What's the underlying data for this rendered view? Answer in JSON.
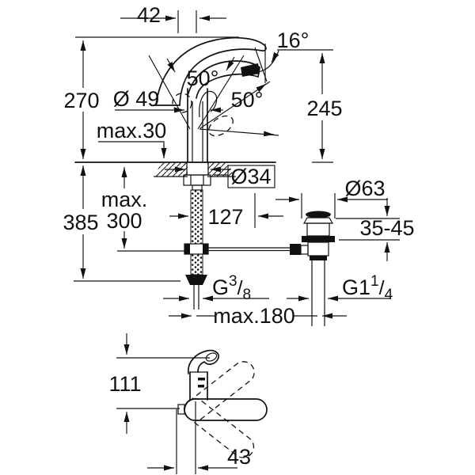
{
  "drawing": {
    "type": "faucet-installation-technical-drawing",
    "colors": {
      "line": "#111111",
      "background": "#ffffff"
    },
    "labels": {
      "d42": "42",
      "d16": "16°",
      "d50a": "50°",
      "d50b": "50°",
      "d49": "Ø 49",
      "d270": "270",
      "d245": "245",
      "dmax30": "max.30",
      "d34": "Ø34",
      "dmax300a": "max.",
      "dmax300b": "300",
      "d385": "385",
      "d127": "127",
      "d63": "Ø63",
      "d3545": "35-45",
      "g38": {
        "base": "G",
        "sup": "3",
        "slash": "/",
        "sub": "8"
      },
      "g114": {
        "base": "G1",
        "sup": "1",
        "slash": "/",
        "sub": "4"
      },
      "dmax180": "max.180",
      "d111": "111",
      "d43": "43"
    }
  }
}
